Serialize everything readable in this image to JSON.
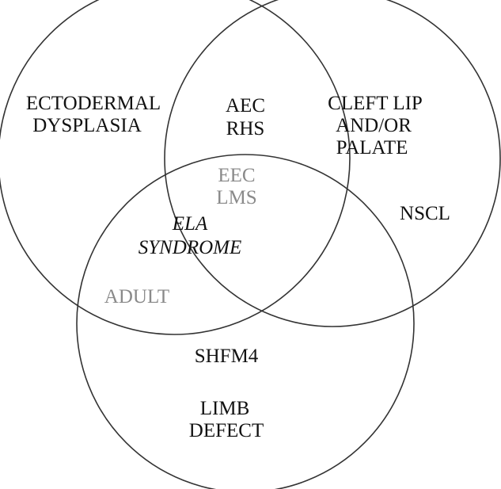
{
  "venn": {
    "sets": {
      "ectodermal": [
        "ECTODERMAL",
        "DYSPLASIA"
      ],
      "cleft": [
        "CLEFT LIP",
        "AND/OR",
        "PALATE"
      ],
      "limb": [
        "LIMB",
        "DEFECT"
      ]
    },
    "regions": {
      "ecto_cleft": [
        "AEC",
        "RHS"
      ],
      "all_three": [
        "EEC",
        "LMS"
      ],
      "all_three_italic": [
        "ELA",
        "SYNDROME"
      ],
      "ecto_limb": "ADULT",
      "cleft_only": "NSCL",
      "limb_only": "SHFM4"
    },
    "colors": {
      "text": "#111111",
      "grey_text": "#8a8a8a",
      "stroke": "#333333"
    }
  }
}
